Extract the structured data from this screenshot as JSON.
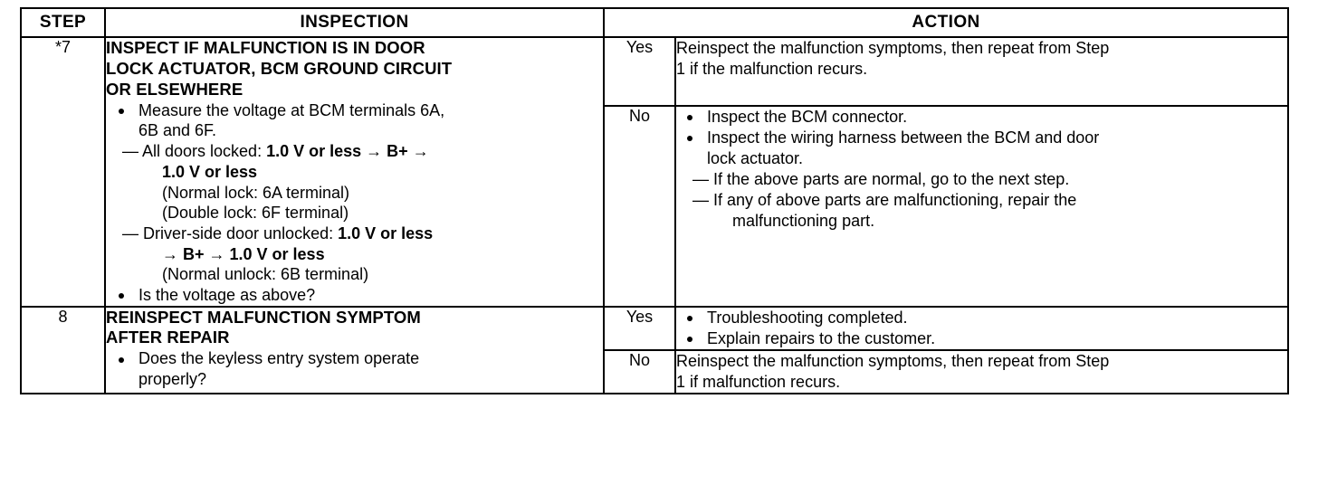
{
  "table": {
    "headers": {
      "step": "STEP",
      "inspection": "INSPECTION",
      "action": "ACTION"
    },
    "rows": [
      {
        "step": "*7",
        "inspection": {
          "title_line1": "INSPECT IF MALFUNCTION IS IN DOOR",
          "title_line2": "LOCK ACTUATOR, BCM GROUND CIRCUIT",
          "title_line3": "OR ELSEWHERE",
          "b1_line1": "Measure the voltage at BCM terminals 6A,",
          "b1_line2": "6B and 6F.",
          "d1_plain": "— All doors locked: ",
          "d1_bold1": "1.0 V or less",
          "d1_arrow1": " → ",
          "d1_bold2": "B+",
          "d1_arrow2": " → ",
          "d1_cont_bold": "1.0 V or less",
          "p1": "(Normal lock: 6A terminal)",
          "p2": "(Double lock: 6F terminal)",
          "d2_plain": "— Driver-side door unlocked: ",
          "d2_bold1": "1.0 V or less",
          "d2_cont_bold": "→ B+ → 1.0 V or less",
          "p3": "(Normal unlock: 6B terminal)",
          "b2_line1": "Is the voltage as above?"
        },
        "branches": [
          {
            "label": "Yes",
            "action": {
              "type": "plain",
              "line1": "Reinspect the malfunction symptoms, then repeat from Step",
              "line2": "1 if the malfunction recurs."
            }
          },
          {
            "label": "No",
            "action": {
              "type": "list",
              "b1": "Inspect the BCM connector.",
              "b2_line1": "Inspect the wiring harness between the BCM and door",
              "b2_line2": "lock actuator.",
              "d1": "— If the above parts are normal, go to the next step.",
              "d2_line1": "— If any of above parts are malfunctioning, repair the",
              "d2_line2": "malfunctioning part."
            }
          }
        ]
      },
      {
        "step": "8",
        "inspection": {
          "title_line1": "REINSPECT MALFUNCTION SYMPTOM",
          "title_line2": "AFTER REPAIR",
          "b1_line1": "Does the keyless entry system operate",
          "b1_line2": "properly?"
        },
        "branches": [
          {
            "label": "Yes",
            "action": {
              "type": "list",
              "b1": "Troubleshooting completed.",
              "b2": "Explain repairs to the customer."
            }
          },
          {
            "label": "No",
            "action": {
              "type": "plain",
              "line1": "Reinspect the malfunction symptoms, then repeat from Step",
              "line2": "1 if malfunction recurs."
            }
          }
        ]
      }
    ]
  },
  "colors": {
    "ink": "#000000",
    "paper": "#ffffff"
  }
}
